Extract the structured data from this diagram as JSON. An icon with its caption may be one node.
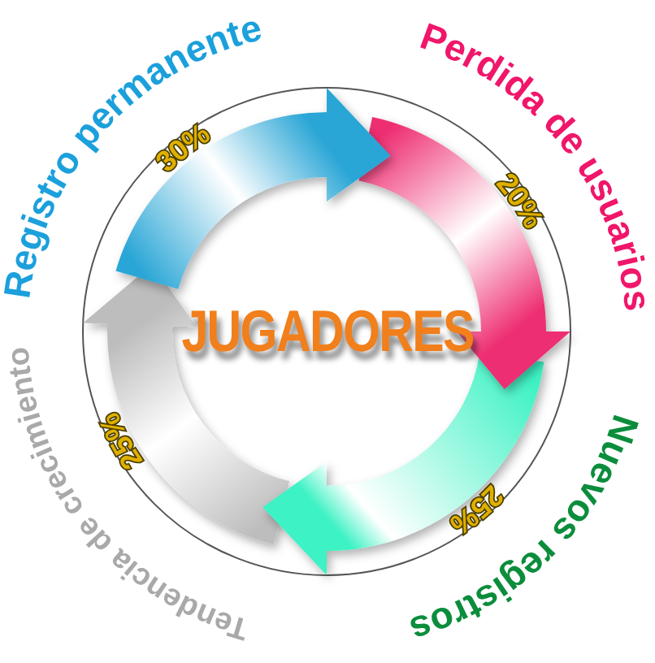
{
  "diagram": {
    "nodes": [
      {
        "text": [
          "JUGADORES"
        ]
      },
      {
        "text": [
          "Registro permanente",
          "30%"
        ]
      },
      {
        "text": [
          "Perdida de usuarios",
          "20%"
        ]
      },
      {
        "text": [
          "Nuevos registros",
          "25%"
        ]
      },
      {
        "text": [
          "Tendencia de crecimiento",
          "25%"
        ]
      }
    ]
  }
}
